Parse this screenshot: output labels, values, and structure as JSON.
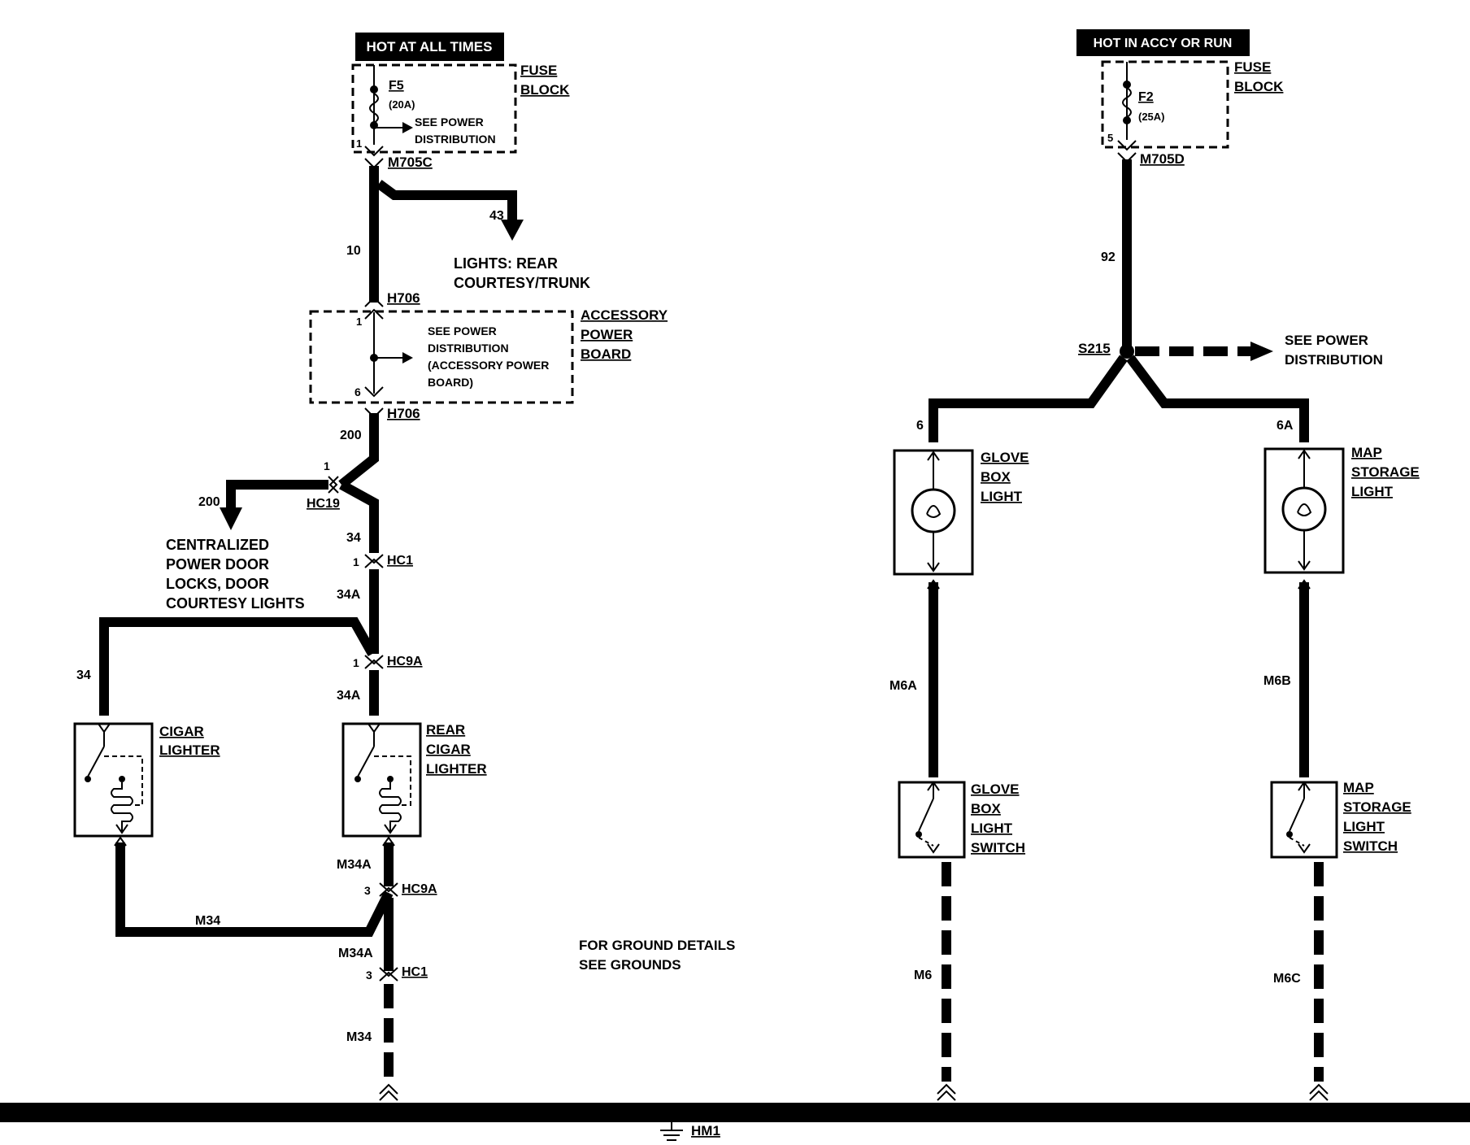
{
  "header_left": "HOT AT ALL TIMES",
  "header_right": "HOT IN ACCY OR RUN",
  "left": {
    "fuse_block_label": [
      "FUSE",
      "BLOCK"
    ],
    "fuse_name": "F5",
    "fuse_rating": "(20A)",
    "fuse_note": [
      "SEE POWER",
      "DISTRIBUTION"
    ],
    "fuse_pin": "1",
    "conn_top": "M705C",
    "trunk_ref": "43",
    "trunk_label": [
      "LIGHTS: REAR",
      "COURTESY/TRUNK"
    ],
    "circuit_10": "10",
    "apb_conn_top": "H706",
    "apb_pin_top": "1",
    "apb_pin_bottom": "6",
    "apb_conn_bottom": "H706",
    "apb_label": [
      "ACCESSORY",
      "POWER",
      "BOARD"
    ],
    "apb_note": [
      "SEE POWER",
      "DISTRIBUTION",
      "(ACCESSORY POWER",
      "BOARD)"
    ],
    "circuit_200_a": "200",
    "hc19_pin": "1",
    "hc19": "HC19",
    "circuit_200_b": "200",
    "door_label": [
      "CENTRALIZED",
      "POWER DOOR",
      "LOCKS, DOOR",
      "COURTESY LIGHTS"
    ],
    "circuit_34_a": "34",
    "hc1_pin_a": "1",
    "hc1_a": "HC1",
    "circuit_34a_a": "34A",
    "hc9a_pin_a": "1",
    "hc9a_a": "HC9A",
    "circuit_34_b": "34",
    "circuit_34a_b": "34A",
    "cigar_label": [
      "CIGAR",
      "LIGHTER"
    ],
    "rear_cigar_label": [
      "REAR",
      "CIGAR",
      "LIGHTER"
    ],
    "circuit_m34a_a": "M34A",
    "hc9a_pin_b": "3",
    "hc9a_b": "HC9A",
    "circuit_m34_a": "M34",
    "circuit_m34a_b": "M34A",
    "hc1_pin_b": "3",
    "hc1_b": "HC1",
    "circuit_m34_b": "M34"
  },
  "ground_note": [
    "FOR GROUND DETAILS",
    "SEE GROUNDS"
  ],
  "ground_ref": "HM1",
  "right": {
    "fuse_block_label": [
      "FUSE",
      "BLOCK"
    ],
    "fuse_name": "F2",
    "fuse_rating": "(25A)",
    "fuse_pin": "5",
    "conn_top": "M705D",
    "circuit_92": "92",
    "splice": "S215",
    "splice_note": [
      "SEE POWER",
      "DISTRIBUTION"
    ],
    "circuit_6": "6",
    "circuit_6a": "6A",
    "glove_light_label": [
      "GLOVE",
      "BOX",
      "LIGHT"
    ],
    "map_light_label": [
      "MAP",
      "STORAGE",
      "LIGHT"
    ],
    "circuit_m6a": "M6A",
    "circuit_m6b": "M6B",
    "glove_switch_label": [
      "GLOVE",
      "BOX",
      "LIGHT",
      "SWITCH"
    ],
    "map_switch_label": [
      "MAP",
      "STORAGE",
      "LIGHT",
      "SWITCH"
    ],
    "circuit_m6": "M6",
    "circuit_m6c": "M6C"
  }
}
